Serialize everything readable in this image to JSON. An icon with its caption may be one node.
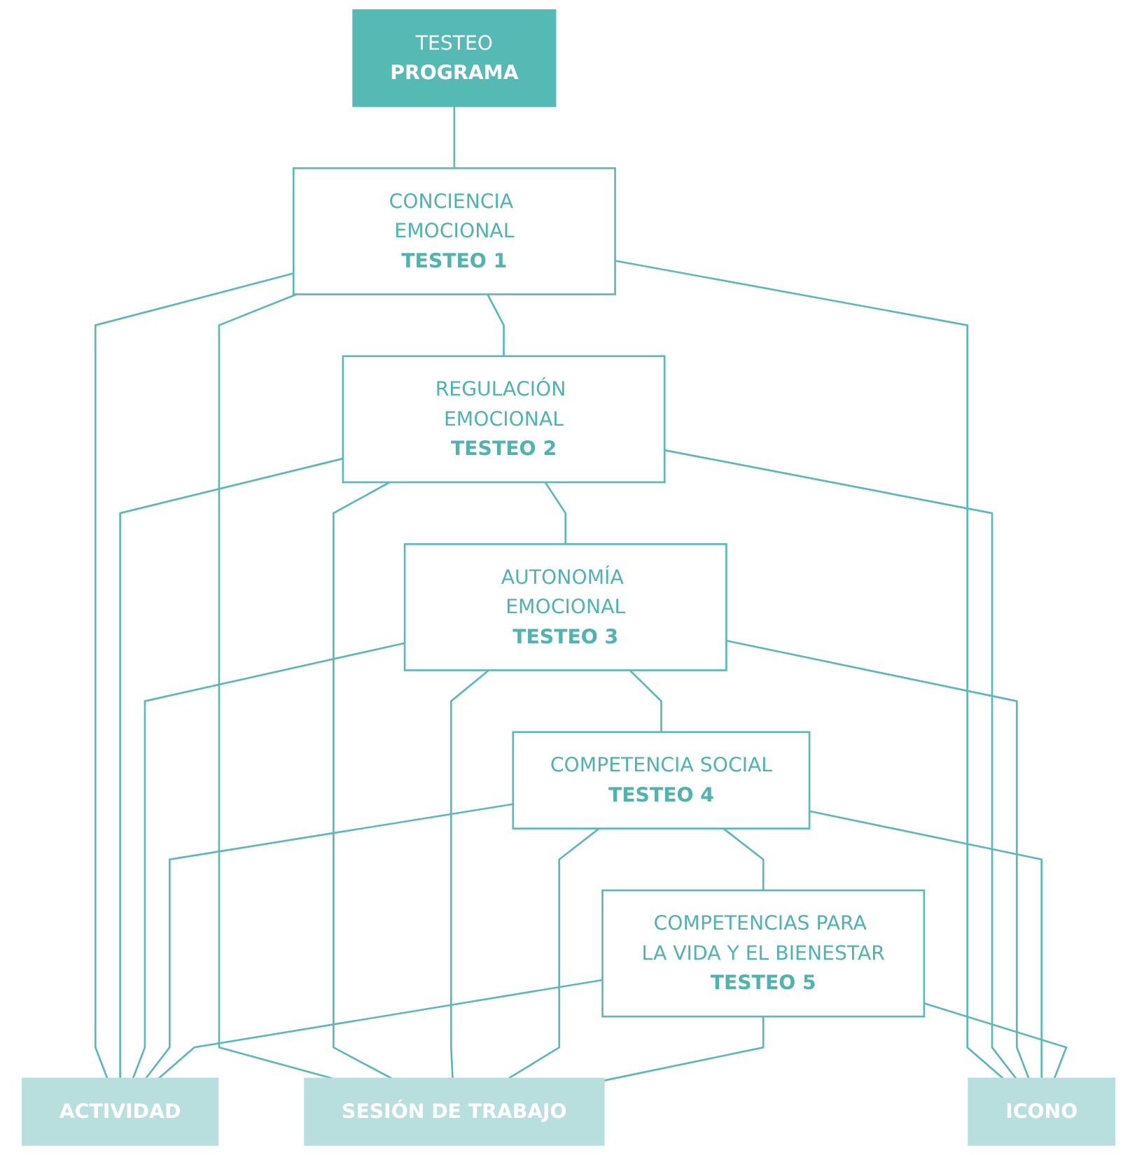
{
  "diagram": {
    "nodes": [
      {
        "text": [
          "TESTEO",
          "PROGRAMA"
        ]
      },
      {
        "text": [
          "CONCIENCIA EMOCIONAL",
          "TESTEO 1"
        ]
      },
      {
        "text": [
          "REGULACIÓN EMOCIONAL",
          "TESTEO 2"
        ]
      },
      {
        "text": [
          "AUTONOMÍA EMOCIONAL",
          "TESTEO 3"
        ]
      },
      {
        "text": [
          "COMPETENCIA SOCIAL",
          "TESTEO 4"
        ]
      },
      {
        "text": [
          "COMPETENCIAS PARA LA VIDA Y EL BIENESTAR",
          "TESTEO 5"
        ]
      },
      {
        "text": [
          "ACTIVIDAD"
        ]
      },
      {
        "text": [
          "SESIÓN DE TRABAJO"
        ]
      },
      {
        "text": [
          "ICONO"
        ]
      }
    ],
    "edges": [
      {
        "from": 0,
        "to": 1,
        "arrow": "none"
      },
      {
        "from": 1,
        "to": 2,
        "arrow": "none"
      },
      {
        "from": 2,
        "to": 3,
        "arrow": "none"
      },
      {
        "from": 3,
        "to": 4,
        "arrow": "none"
      },
      {
        "from": 4,
        "to": 5,
        "arrow": "none"
      },
      {
        "from": 1,
        "to": 6,
        "arrow": "none"
      },
      {
        "from": 1,
        "to": 7,
        "arrow": "none"
      },
      {
        "from": 1,
        "to": 8,
        "arrow": "none"
      },
      {
        "from": 2,
        "to": 6,
        "arrow": "none"
      },
      {
        "from": 2,
        "to": 7,
        "arrow": "none"
      },
      {
        "from": 2,
        "to": 8,
        "arrow": "none"
      },
      {
        "from": 3,
        "to": 6,
        "arrow": "none"
      },
      {
        "from": 3,
        "to": 7,
        "arrow": "none"
      },
      {
        "from": 3,
        "to": 8,
        "arrow": "none"
      },
      {
        "from": 4,
        "to": 6,
        "arrow": "none"
      },
      {
        "from": 4,
        "to": 7,
        "arrow": "none"
      },
      {
        "from": 4,
        "to": 8,
        "arrow": "none"
      },
      {
        "from": 5,
        "to": 6,
        "arrow": "none"
      },
      {
        "from": 5,
        "to": 7,
        "arrow": "none"
      },
      {
        "from": 5,
        "to": 8,
        "arrow": "none"
      }
    ]
  }
}
